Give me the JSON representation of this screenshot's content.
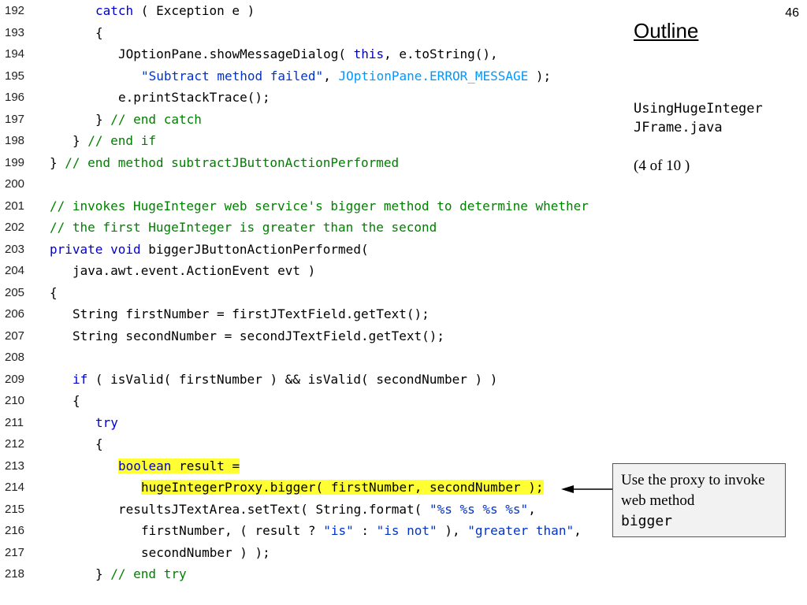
{
  "slide": {
    "page_number": "46",
    "outline_title": "Outline",
    "file_name": "UsingHugeInteger\nJFrame.java",
    "page_count": "(4 of 10 )",
    "callout": {
      "text": "Use the proxy to invoke web method",
      "mono": "bigger"
    }
  },
  "code_lines": [
    {
      "n": "192",
      "indent": 4,
      "tokens": [
        [
          "kw",
          "catch"
        ],
        [
          "plain",
          " ( Exception e )"
        ]
      ]
    },
    {
      "n": "193",
      "indent": 4,
      "tokens": [
        [
          "plain",
          "{"
        ]
      ]
    },
    {
      "n": "194",
      "indent": 5,
      "tokens": [
        [
          "plain",
          "JOptionPane.showMessageDialog( "
        ],
        [
          "kw",
          "this"
        ],
        [
          "plain",
          ", e.toString(),"
        ]
      ]
    },
    {
      "n": "195",
      "indent": 6,
      "tokens": [
        [
          "str",
          "\"Subtract method failed\""
        ],
        [
          "plain",
          ", "
        ],
        [
          "constant",
          "JOptionPane.ERROR_MESSAGE"
        ],
        [
          "plain",
          " );"
        ]
      ]
    },
    {
      "n": "196",
      "indent": 5,
      "tokens": [
        [
          "plain",
          "e.printStackTrace();"
        ]
      ]
    },
    {
      "n": "197",
      "indent": 4,
      "tokens": [
        [
          "plain",
          "} "
        ],
        [
          "comment",
          "// end catch"
        ]
      ]
    },
    {
      "n": "198",
      "indent": 3,
      "tokens": [
        [
          "plain",
          "} "
        ],
        [
          "comment",
          "// end if"
        ]
      ]
    },
    {
      "n": "199",
      "indent": 2,
      "tokens": [
        [
          "plain",
          "} "
        ],
        [
          "comment",
          "// end method subtractJButtonActionPerformed"
        ]
      ]
    },
    {
      "n": "200",
      "indent": 2,
      "tokens": []
    },
    {
      "n": "201",
      "indent": 2,
      "tokens": [
        [
          "comment",
          "// invokes HugeInteger web service's bigger method to determine whether"
        ]
      ]
    },
    {
      "n": "202",
      "indent": 2,
      "tokens": [
        [
          "comment",
          "// the first HugeInteger is greater than the second"
        ]
      ]
    },
    {
      "n": "203",
      "indent": 2,
      "tokens": [
        [
          "kw",
          "private void"
        ],
        [
          "plain",
          " biggerJButtonActionPerformed("
        ]
      ]
    },
    {
      "n": "204",
      "indent": 3,
      "tokens": [
        [
          "plain",
          "java.awt.event.ActionEvent evt )"
        ]
      ]
    },
    {
      "n": "205",
      "indent": 2,
      "tokens": [
        [
          "plain",
          "{"
        ]
      ]
    },
    {
      "n": "206",
      "indent": 3,
      "tokens": [
        [
          "plain",
          "String firstNumber = firstJTextField.getText();"
        ]
      ]
    },
    {
      "n": "207",
      "indent": 3,
      "tokens": [
        [
          "plain",
          "String secondNumber = secondJTextField.getText();"
        ]
      ]
    },
    {
      "n": "208",
      "indent": 3,
      "tokens": []
    },
    {
      "n": "209",
      "indent": 3,
      "tokens": [
        [
          "kw",
          "if"
        ],
        [
          "plain",
          " ( isValid( firstNumber ) && isValid( secondNumber ) )"
        ]
      ]
    },
    {
      "n": "210",
      "indent": 3,
      "tokens": [
        [
          "plain",
          "{"
        ]
      ]
    },
    {
      "n": "211",
      "indent": 4,
      "tokens": [
        [
          "kw",
          "try"
        ]
      ]
    },
    {
      "n": "212",
      "indent": 4,
      "tokens": [
        [
          "plain",
          "{"
        ]
      ]
    },
    {
      "n": "213",
      "indent": 5,
      "highlight": true,
      "tokens": [
        [
          "kw",
          "boolean"
        ],
        [
          "plain",
          " result ="
        ]
      ]
    },
    {
      "n": "214",
      "indent": 6,
      "highlight": true,
      "tokens": [
        [
          "plain",
          "hugeIntegerProxy.bigger( firstNumber, secondNumber );"
        ]
      ]
    },
    {
      "n": "215",
      "indent": 5,
      "tokens": [
        [
          "plain",
          "resultsJTextArea.setText( String.format( "
        ],
        [
          "str",
          "\"%s %s %s %s\""
        ],
        [
          "plain",
          ","
        ]
      ]
    },
    {
      "n": "216",
      "indent": 6,
      "tokens": [
        [
          "plain",
          "firstNumber, ( result ? "
        ],
        [
          "str",
          "\"is\""
        ],
        [
          "plain",
          " : "
        ],
        [
          "str",
          "\"is not\""
        ],
        [
          "plain",
          " ), "
        ],
        [
          "str",
          "\"greater than\""
        ],
        [
          "plain",
          ","
        ]
      ]
    },
    {
      "n": "217",
      "indent": 6,
      "tokens": [
        [
          "plain",
          "secondNumber ) );"
        ]
      ]
    },
    {
      "n": "218",
      "indent": 4,
      "tokens": [
        [
          "plain",
          "} "
        ],
        [
          "comment",
          "// end try"
        ]
      ]
    }
  ]
}
